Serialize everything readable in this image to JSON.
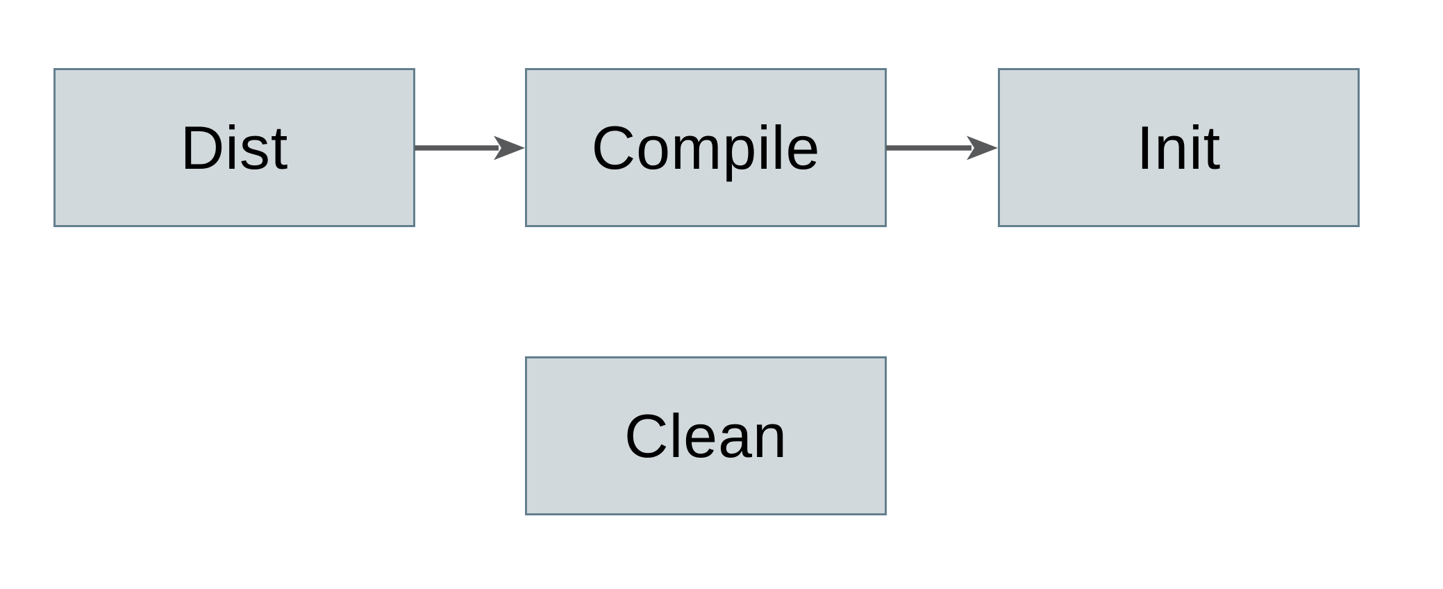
{
  "diagram": {
    "nodes": [
      {
        "id": "dist",
        "label": "Dist"
      },
      {
        "id": "compile",
        "label": "Compile"
      },
      {
        "id": "init",
        "label": "Init"
      },
      {
        "id": "clean",
        "label": "Clean"
      }
    ],
    "edges": [
      {
        "from": "dist",
        "to": "compile"
      },
      {
        "from": "compile",
        "to": "init"
      }
    ],
    "colors": {
      "node_fill": "#d2d9dc",
      "node_border": "#637f8e",
      "arrow": "#58595b",
      "text": "#000000",
      "background": "#ffffff"
    }
  }
}
